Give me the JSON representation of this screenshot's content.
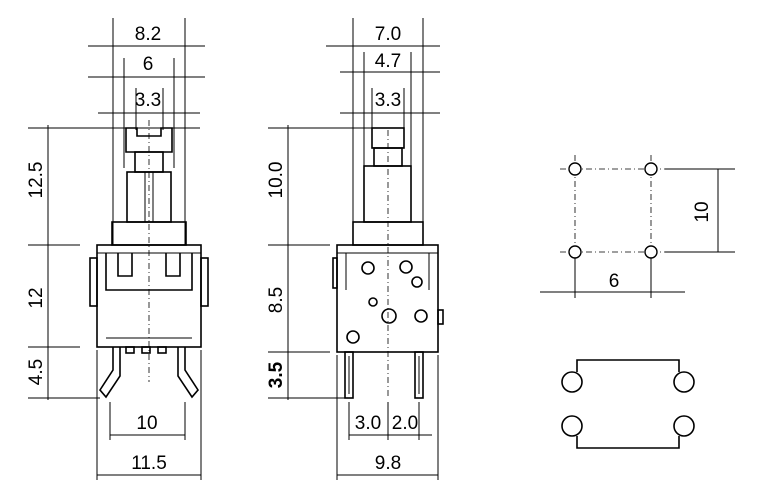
{
  "front_view": {
    "width_top": "8.2",
    "width_mid": "6",
    "width_stem": "3.3",
    "height_actuator": "12.5",
    "height_body": "12",
    "height_legs": "4.5",
    "leg_pitch": "10",
    "width_overall": "11.5"
  },
  "side_view": {
    "width_top": "7.0",
    "width_mid": "4.7",
    "width_stem": "3.3",
    "height_actuator": "10.0",
    "height_body": "8.5",
    "height_pins": "3.5",
    "pin_pitch_a": "3.0",
    "pin_pitch_b": "2.0",
    "width_overall": "9.8"
  },
  "pcb_layout": {
    "hole_spacing_vertical": "10",
    "hole_spacing_horizontal": "6"
  }
}
